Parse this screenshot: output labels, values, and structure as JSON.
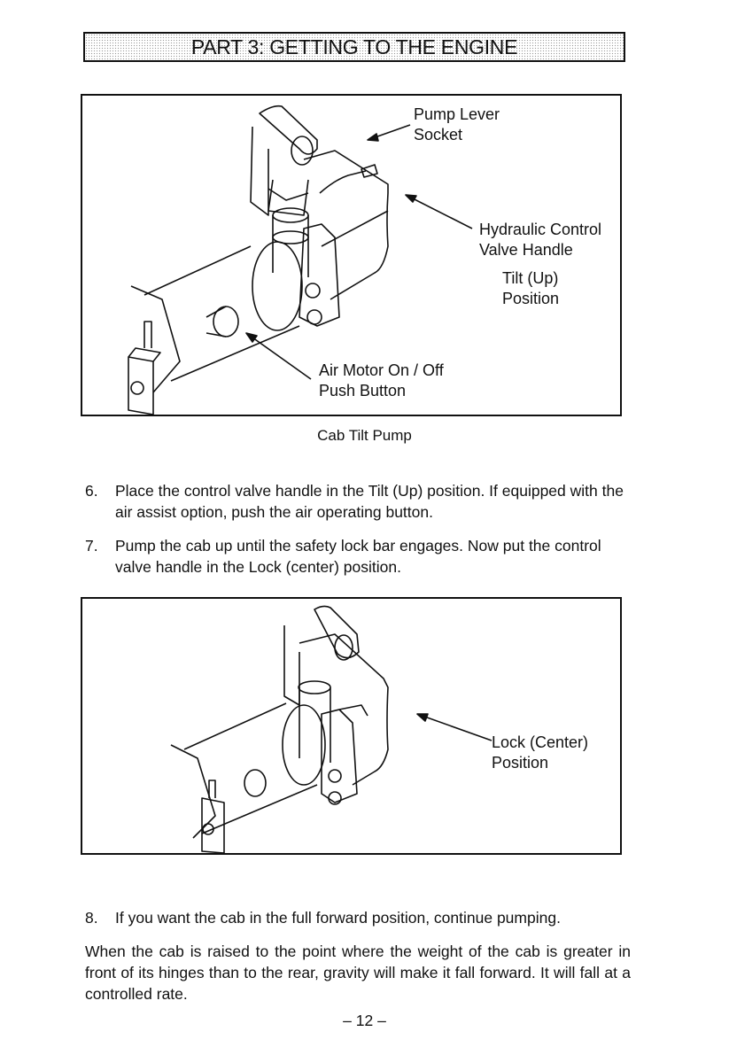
{
  "header": {
    "title": "PART 3: GETTING TO THE ENGINE"
  },
  "figure1": {
    "callouts": {
      "pump_lever_socket": "Pump Lever\nSocket",
      "hydraulic_control": "Hydraulic Control\nValve Handle",
      "tilt_position": "Tilt (Up)\nPosition",
      "air_motor": "Air Motor On / Off\nPush Button"
    },
    "caption": "Cab Tilt Pump"
  },
  "steps": [
    {
      "number": "6.",
      "text": "Place the control valve handle in the Tilt (Up) position.  If equipped with the air assist option, push the air operating button."
    },
    {
      "number": "7.",
      "text": "Pump the cab up until the safety lock bar engages.  Now put the control valve handle in the Lock (center) position."
    },
    {
      "number": "8.",
      "text": "If you want the cab in the full forward position, continue pumping."
    }
  ],
  "figure2": {
    "callouts": {
      "lock_position": "Lock (Center)\nPosition"
    }
  },
  "paragraph": "When the cab is raised to the point where the weight of the cab is greater in front of its hinges than to the rear, gravity will make it fall forward. It will fall at a controlled rate.",
  "page_number": "– 12 –"
}
